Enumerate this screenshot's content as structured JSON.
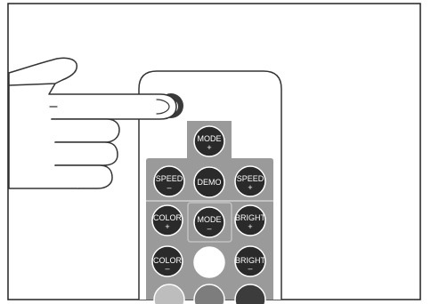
{
  "colors": {
    "background": "#ffffff",
    "frame": "#222222",
    "remote_body": "#ffffff",
    "remote_outline": "#333333",
    "button_panel": "#9a9a9a",
    "button_panel_light": "#c2c2c2",
    "button_fill": "#2a2a2a",
    "button_ring": "#ffffff",
    "button_text": "#ffffff",
    "power_button": "#3a3a3a",
    "white_button": "#ffffff",
    "swatch_light_gray": "#bdbdbd",
    "swatch_mid_gray": "#7d7d7d",
    "swatch_dark_gray": "#3c3c3c",
    "hand_outline": "#333333"
  },
  "remote": {
    "power_icon": "power-icon",
    "buttons": {
      "mode_plus": {
        "label": "MODE",
        "sign": "+"
      },
      "speed_minus": {
        "label": "SPEED",
        "sign": "–"
      },
      "demo": {
        "label": "DEMO",
        "sign": ""
      },
      "speed_plus": {
        "label": "SPEED",
        "sign": "+"
      },
      "color_plus": {
        "label": "COLOR",
        "sign": "+"
      },
      "mode_minus": {
        "label": "MODE",
        "sign": "–"
      },
      "bright_plus": {
        "label": "BRIGHT",
        "sign": "+"
      },
      "color_minus": {
        "label": "COLOR",
        "sign": "–"
      },
      "white": {
        "label": "",
        "sign": ""
      },
      "bright_minus": {
        "label": "BRIGHT",
        "sign": "–"
      }
    }
  },
  "hand_icon": "pointing-hand-icon"
}
